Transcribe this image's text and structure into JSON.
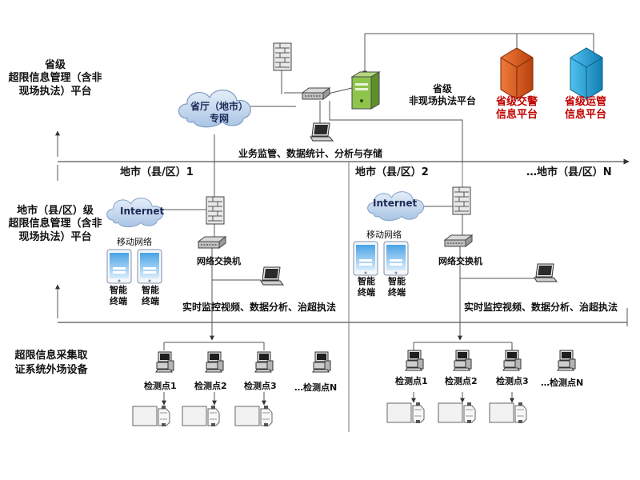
{
  "left_labels": {
    "provincial": [
      "省级",
      "超限信息管理（含非",
      "现场执法）平台"
    ],
    "city": [
      "地市（县/区）级",
      "超限信息管理（含非",
      "现场执法）平台"
    ],
    "field": [
      "超限信息采集取",
      "证系统外场设备"
    ]
  },
  "top": {
    "cloud_label": [
      "省厅（地市）",
      "专网"
    ],
    "nonsite_platform": [
      "省级",
      "非现场执法平台"
    ],
    "traffic_police": [
      "省级交警",
      "信息平台"
    ],
    "transport": [
      "省级运管",
      "信息平台"
    ],
    "band_caption": "业务监管、数据统计、分析与存储"
  },
  "regions": [
    {
      "title": "地市（县/区）1",
      "internet": "Internet",
      "mobile_net": "移动网络",
      "terminal_label": [
        "智能",
        "终端"
      ],
      "switch": "网络交换机",
      "caption": "实时监控视频、数据分析、治超执法",
      "stations": [
        "检测点1",
        "检测点2",
        "检测点3",
        "…检测点N"
      ]
    },
    {
      "title": "地市（县/区）2",
      "internet": "Internet",
      "mobile_net": "移动网络",
      "terminal_label": [
        "智能",
        "终端"
      ],
      "switch": "网络交换机",
      "caption": "实时监控视频、数据分析、治超执法",
      "stations": [
        "检测点1",
        "检测点2",
        "检测点3",
        "…检测点N"
      ]
    },
    {
      "title": "…地市（县/区）N"
    }
  ],
  "colors": {
    "cloud": "#c6d9ee",
    "traffic_police": "#d9541b",
    "transport": "#1b9fd6",
    "server": "#8fc44a",
    "line": "#555555",
    "label_red": "#c00000"
  }
}
